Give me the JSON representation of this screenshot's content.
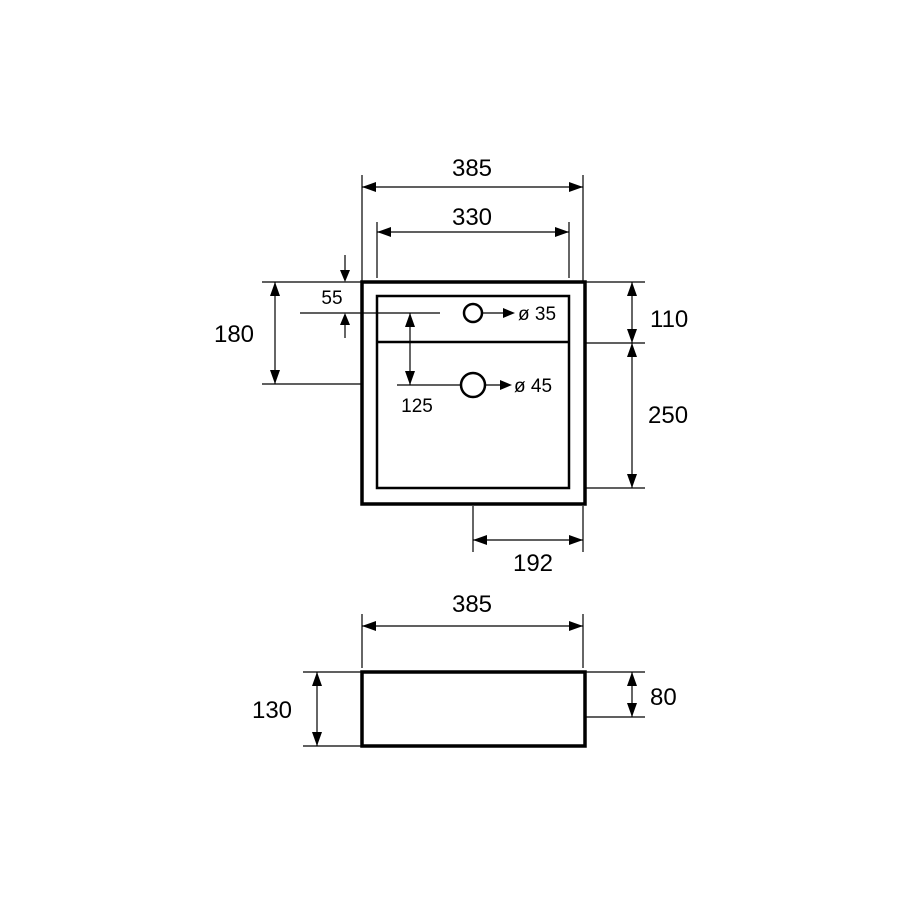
{
  "top_view": {
    "overall_width": "385",
    "inner_width": "330",
    "hole_offset_top": "55",
    "ledge_depth": "180",
    "deck_depth": "110",
    "bowl_depth": "250",
    "drain_offset_x": "192",
    "drain_offset_y": "125",
    "tap_hole": "ø 35",
    "drain_hole": "ø 45"
  },
  "side_view": {
    "overall_width": "385",
    "total_height": "130",
    "bowl_height": "80"
  }
}
